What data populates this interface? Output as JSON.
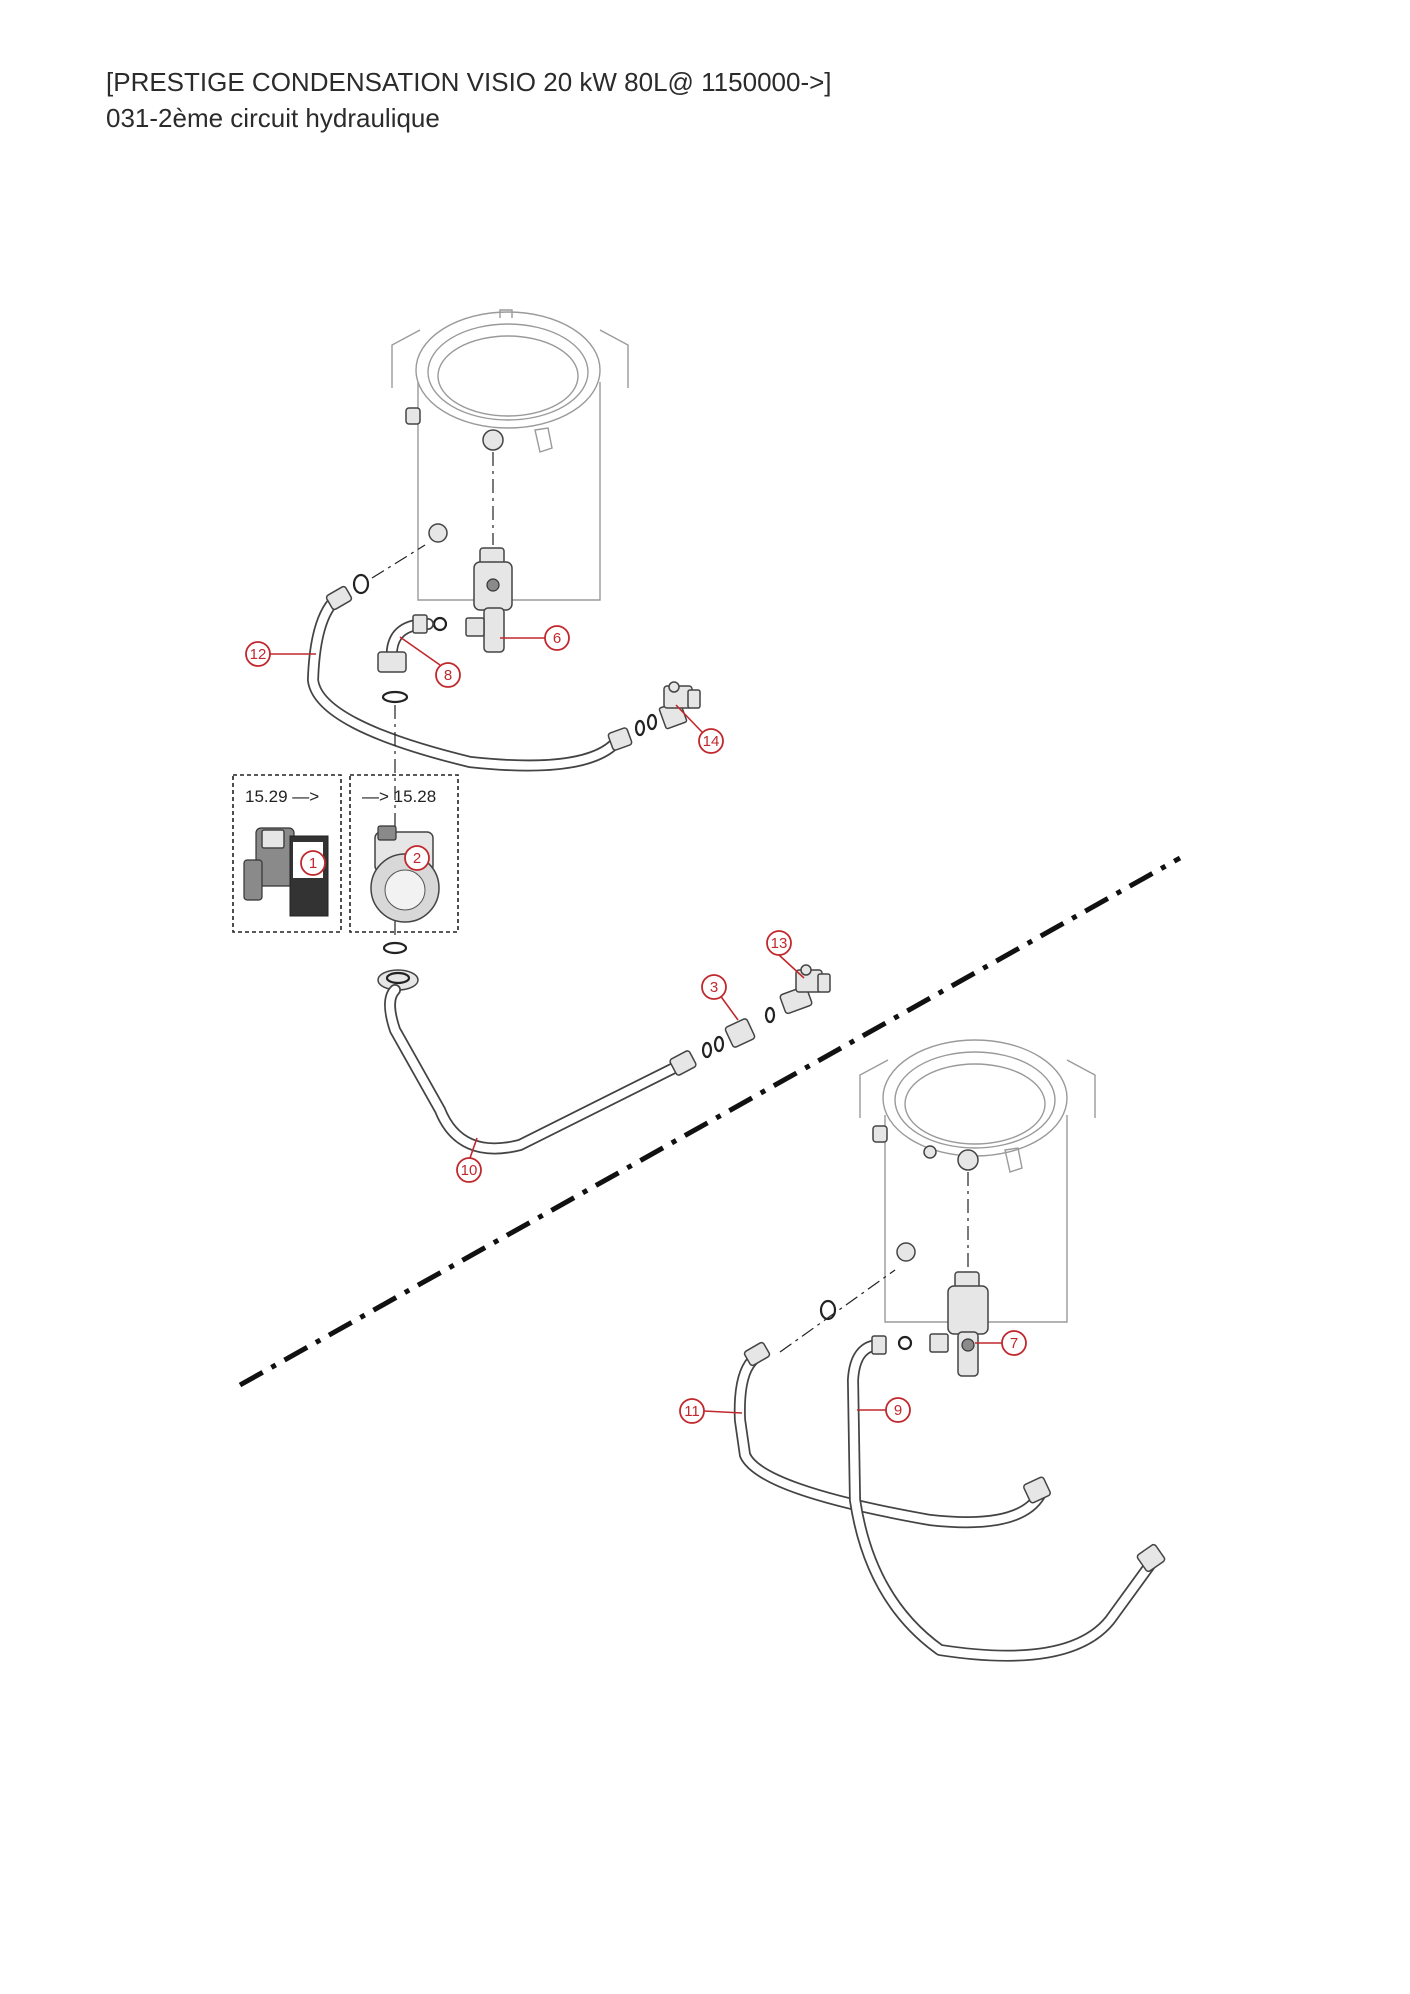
{
  "header": {
    "line1": "[PRESTIGE CONDENSATION VISIO 20 kW 80L@ 1150000->]",
    "line2": "031-2ème circuit hydraulique"
  },
  "references": {
    "left": "15.29 —>",
    "right": "—> 15.28"
  },
  "callouts": [
    "1",
    "2",
    "3",
    "6",
    "7",
    "8",
    "9",
    "10",
    "11",
    "12",
    "13",
    "14"
  ],
  "colors": {
    "callout": "#c0282d",
    "outline": "#444444",
    "tank": "#9a9a9a"
  }
}
